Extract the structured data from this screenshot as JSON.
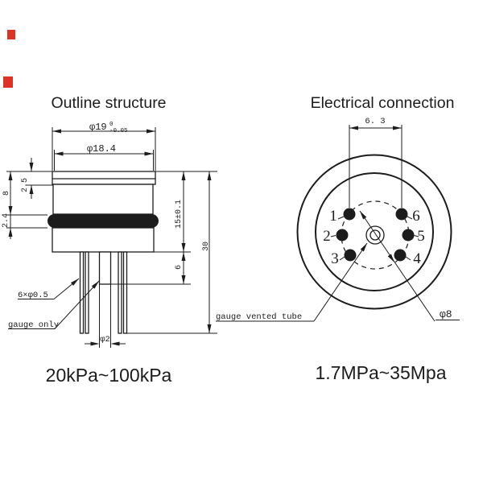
{
  "left": {
    "title": "Outline structure",
    "range": "20kPa~100kPa",
    "dim_d19_base": "φ19",
    "dim_d19_tol_upper": "0",
    "dim_d19_tol_lower": "-0.05",
    "dim_d18": "φ18.4",
    "dim_cap": "2.5",
    "dim_top": "8",
    "dim_oring": "2.4",
    "dim_body": "15±0.1",
    "dim_total": "30",
    "dim_pin_len": "6",
    "dim_tube": "φ2",
    "label_pins": "6×φ0.5",
    "label_gauge": "gauge only"
  },
  "right": {
    "title": "Electrical connection",
    "range": "1.7MPa~35Mpa",
    "dim_spacing": "6. 3",
    "dim_circle": "φ8",
    "label_vent": "gauge vented tube",
    "pins": [
      "1",
      "2",
      "3",
      "4",
      "5",
      "6"
    ]
  },
  "colors": {
    "line": "#1c1c1c",
    "red_mark": "#dd3327"
  }
}
